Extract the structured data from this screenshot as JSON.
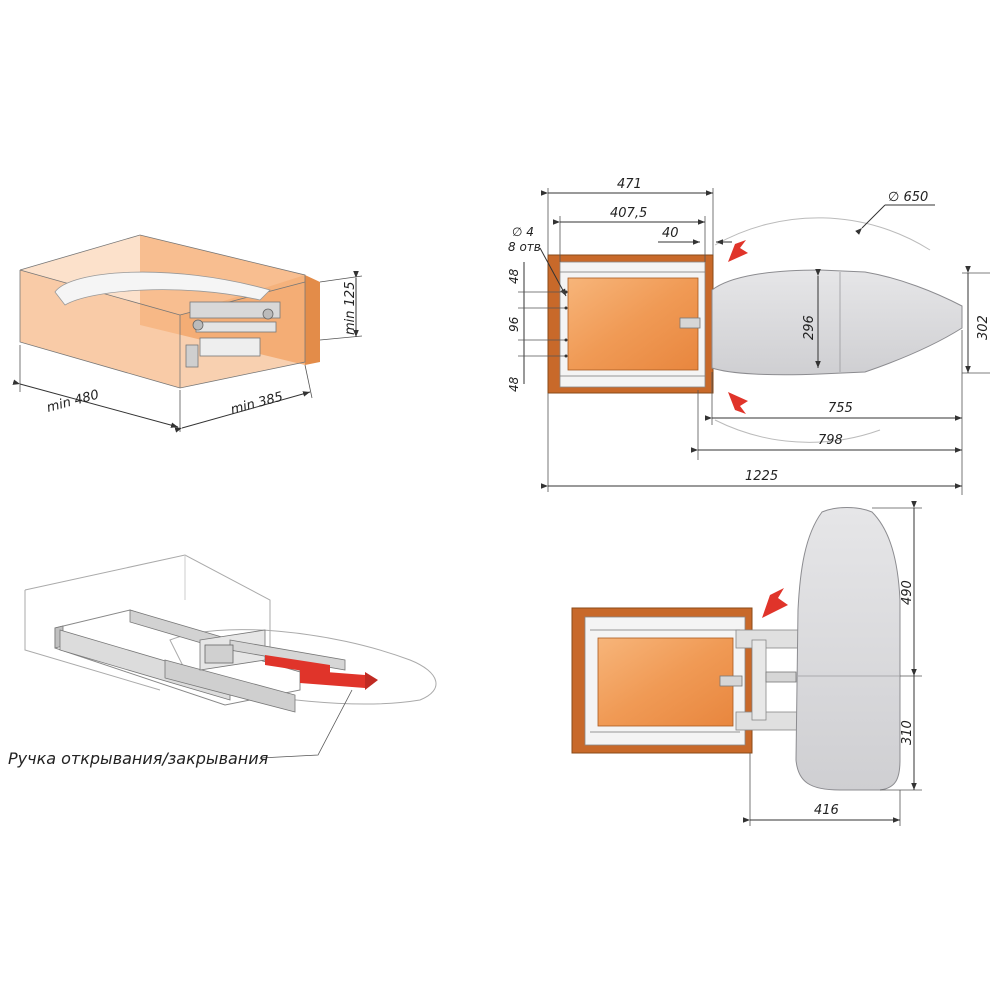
{
  "colors": {
    "wood_light": "#f4a86a",
    "wood_dark": "#c8692a",
    "wood_edge": "#a85a20",
    "board": "#d9d9dc",
    "board_edge": "#8c8c90",
    "rail": "#c9c9cc",
    "arrow": "#e0342a",
    "line": "#333333"
  },
  "icons": [
    "rotation-arrow-icon",
    "slide-out-arrow-icon"
  ],
  "box_view": {
    "dim_width": "min 480",
    "dim_depth": "min 385",
    "dim_height": "min 125"
  },
  "top_view": {
    "dim_overall_width": "471",
    "dim_inner_width": "407,5",
    "dim_offset": "40",
    "dim_radius": "∅ 650",
    "hole_diameter": "∅ 4",
    "hole_count": "8 отв",
    "dim_left_top": "48",
    "dim_left_mid": "96",
    "dim_left_bottom": "48",
    "dim_board_width": "296",
    "dim_board_width_outer": "302",
    "dim_board_length": "755",
    "dim_board_total": "798",
    "dim_overall_length": "1225"
  },
  "perspective_view": {
    "handle_label": "Ручка открывания/закрывания"
  },
  "swivel_view": {
    "dim_front": "490",
    "dim_back": "310",
    "dim_width": "416"
  }
}
